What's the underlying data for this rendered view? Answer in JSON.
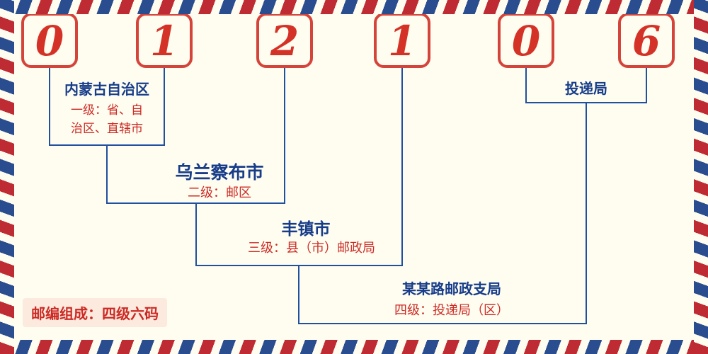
{
  "postal_code": {
    "digits": [
      "0",
      "1",
      "2",
      "1",
      "0",
      "6"
    ]
  },
  "labels": {
    "level1": {
      "name": "内蒙古自治区",
      "desc": "一级：省、自治区、直辖市"
    },
    "level2": {
      "name": "乌兰察布市",
      "desc": "二级：邮区"
    },
    "level3": {
      "name": "丰镇市",
      "desc": "三级：县（市）邮政局"
    },
    "level4": {
      "name": "某某路邮政支局",
      "desc": "四级：投递局（区）"
    },
    "delivery": {
      "name": "投递局"
    }
  },
  "footer": {
    "note": "邮编组成：四级六码"
  },
  "colors": {
    "digit_red": "#d53227",
    "box_border_red": "#d5443a",
    "line_blue": "#2050a0",
    "name_blue": "#173d8a",
    "desc_red": "#cc2a25",
    "stripe_red": "#bf2b33",
    "stripe_blue": "#2a4d8f",
    "background": "#fffdf0"
  }
}
